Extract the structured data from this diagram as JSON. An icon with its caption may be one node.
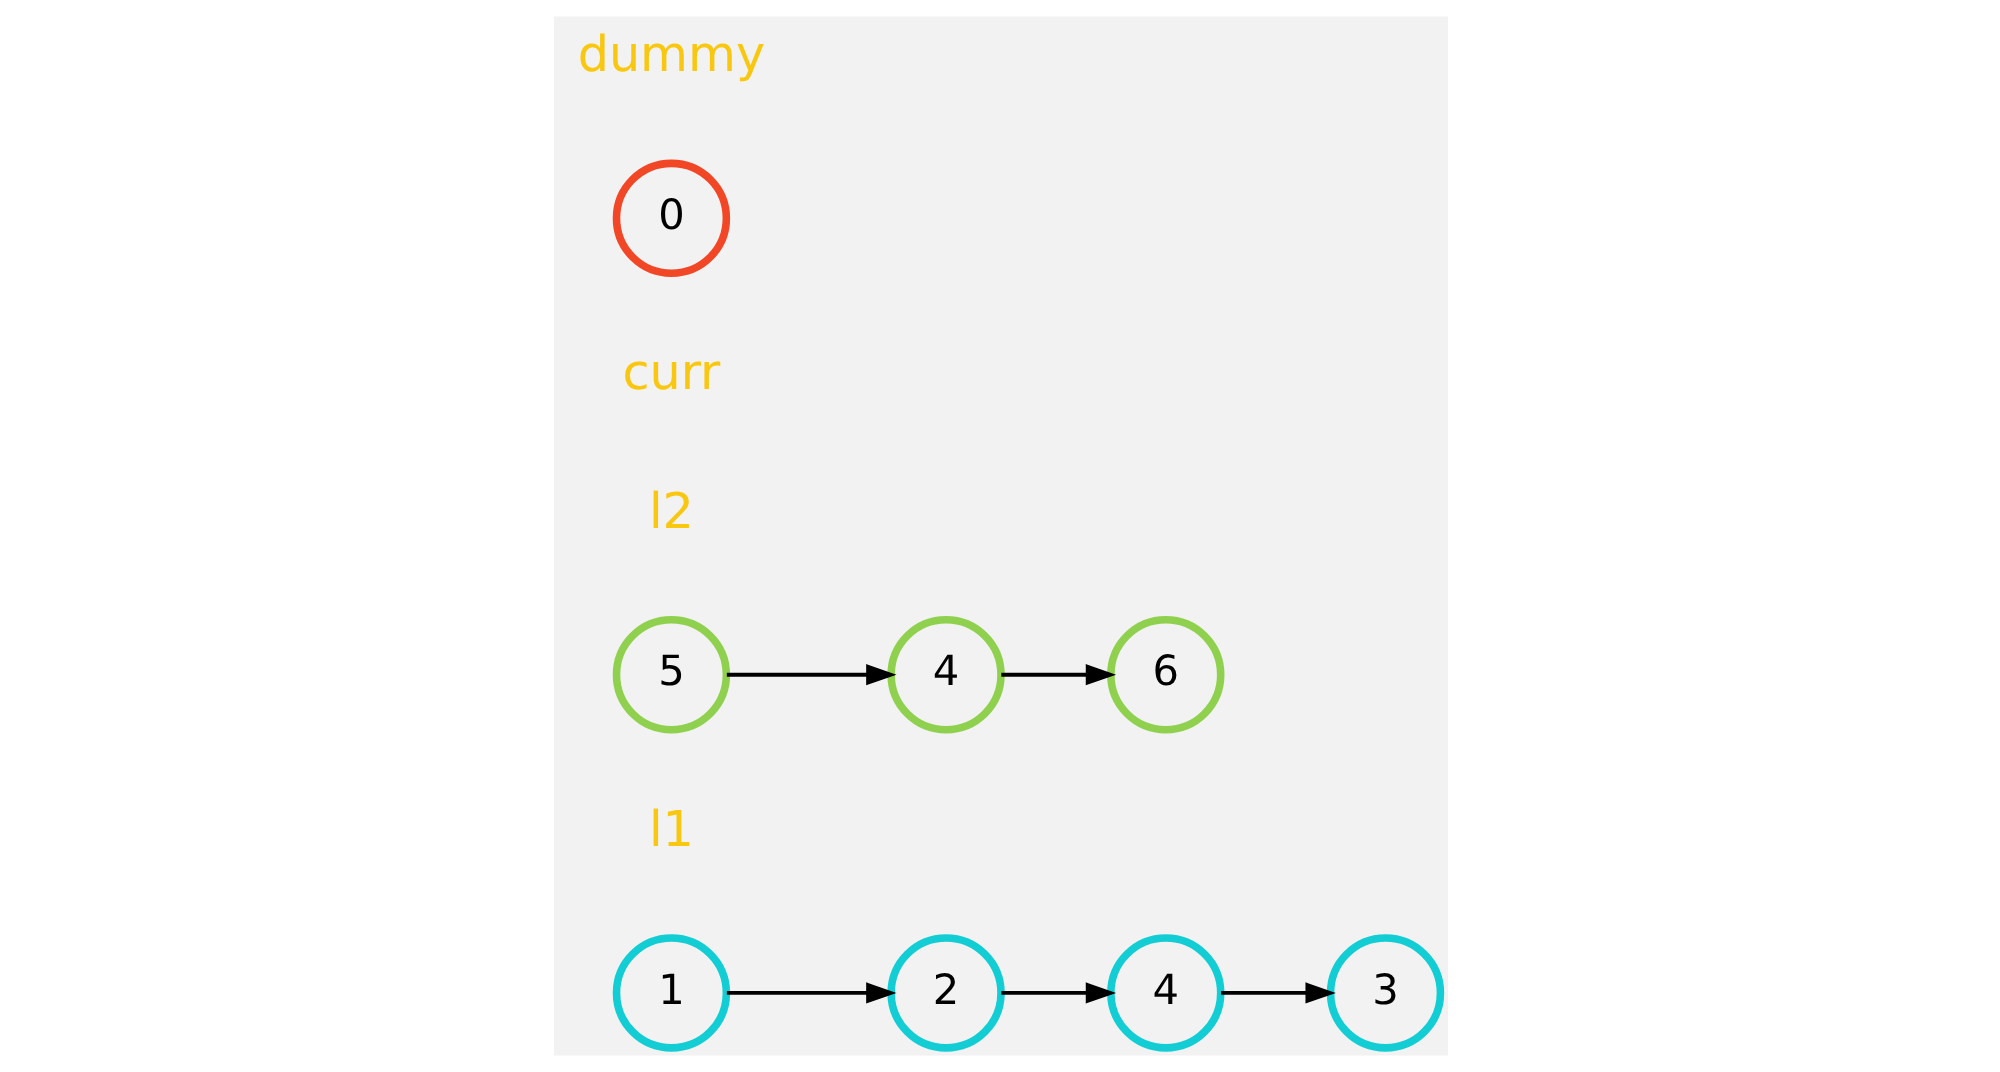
{
  "diagram": {
    "nodes": [
      {
        "text": [
          "1"
        ],
        "beside": [
          "l1"
        ]
      },
      {
        "text": [
          "2"
        ]
      },
      {
        "text": [
          "4"
        ]
      },
      {
        "text": [
          "3"
        ]
      },
      {
        "text": [
          "5"
        ],
        "beside": [
          "l2"
        ]
      },
      {
        "text": [
          "4"
        ]
      },
      {
        "text": [
          "6"
        ]
      },
      {
        "text": [
          "0"
        ],
        "beside": [
          "dummy",
          "curr"
        ]
      }
    ],
    "edges": [
      {
        "from": 0,
        "to": 1,
        "arrow": "to"
      },
      {
        "from": 1,
        "to": 2,
        "arrow": "to"
      },
      {
        "from": 2,
        "to": 3,
        "arrow": "to"
      },
      {
        "from": 4,
        "to": 5,
        "arrow": "to"
      },
      {
        "from": 5,
        "to": 6,
        "arrow": "to"
      }
    ]
  }
}
